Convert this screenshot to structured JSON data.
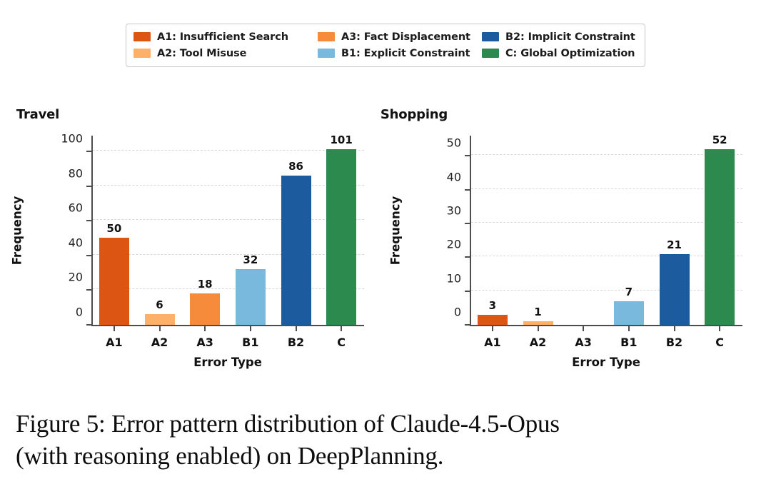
{
  "legend": {
    "entries": [
      {
        "label": "A1: Insufficient Search",
        "color": "#dd5513",
        "key": "A1"
      },
      {
        "label": "A2: Tool Misuse",
        "color": "#fcb069",
        "key": "A2"
      },
      {
        "label": "A3: Fact Displacement",
        "color": "#f68b3c",
        "key": "A3"
      },
      {
        "label": "B1: Explicit Constraint",
        "color": "#79b9dd",
        "key": "B1"
      },
      {
        "label": "B2: Implicit Constraint",
        "color": "#1c5b9e",
        "key": "B2"
      },
      {
        "label": "C: Global Optimization",
        "color": "#2c8a4f",
        "key": "C"
      }
    ]
  },
  "caption": {
    "line1": "Figure 5: Error pattern distribution of Claude-4.5-Opus",
    "line2": "(with reasoning enabled) on DeepPlanning."
  },
  "chart_data": [
    {
      "type": "bar",
      "title": "Travel",
      "xlabel": "Error Type",
      "ylabel": "Frequency",
      "categories": [
        "A1",
        "A2",
        "A3",
        "B1",
        "B2",
        "C"
      ],
      "values": [
        50,
        6,
        18,
        32,
        86,
        101
      ],
      "value_labels": [
        "50",
        "6",
        "18",
        "32",
        "86",
        "101"
      ],
      "colors": [
        "#dd5513",
        "#fcb069",
        "#f68b3c",
        "#79b9dd",
        "#1c5b9e",
        "#2c8a4f"
      ],
      "yticks": [
        0,
        20,
        40,
        60,
        80,
        100
      ],
      "ytick_labels": [
        "0",
        "20",
        "40",
        "60",
        "80",
        "100"
      ],
      "ylim": [
        0,
        109
      ],
      "grid": true,
      "legend_position": "above-figure"
    },
    {
      "type": "bar",
      "title": "Shopping",
      "xlabel": "Error Type",
      "ylabel": "Frequency",
      "categories": [
        "A1",
        "A2",
        "A3",
        "B1",
        "B2",
        "C"
      ],
      "values": [
        3,
        1,
        0,
        7,
        21,
        52
      ],
      "value_labels": [
        "3",
        "1",
        "",
        "7",
        "21",
        "52"
      ],
      "colors": [
        "#dd5513",
        "#fcb069",
        "#f68b3c",
        "#79b9dd",
        "#1c5b9e",
        "#2c8a4f"
      ],
      "yticks": [
        0,
        10,
        20,
        30,
        40,
        50
      ],
      "ytick_labels": [
        "0",
        "10",
        "20",
        "30",
        "40",
        "50"
      ],
      "ylim": [
        0,
        56
      ],
      "grid": true,
      "legend_position": "above-figure"
    }
  ]
}
